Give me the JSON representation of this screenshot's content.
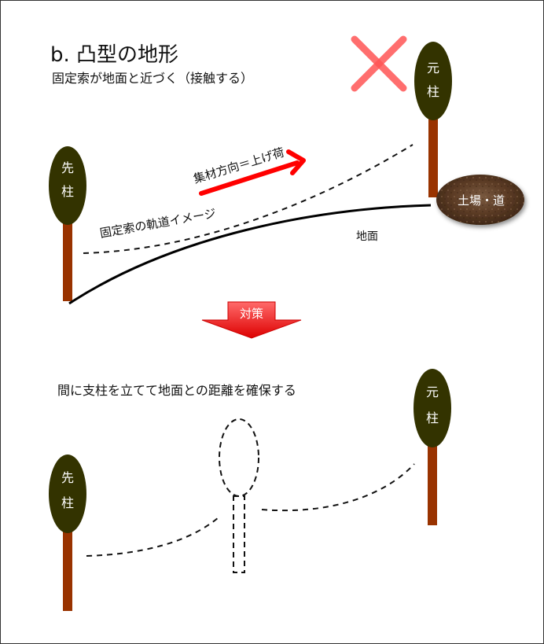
{
  "title": "b. 凸型の地形",
  "subtitle": "固定索が地面と近づく（接触する）",
  "top_labels": {
    "lift_direction": "集材方向＝上げ荷",
    "cable_path": "固定索の軌道イメージ",
    "ground": "地面",
    "landing": "土場・道"
  },
  "trees": {
    "head_tree_chars": [
      "先",
      "柱"
    ],
    "tail_tree_chars": [
      "元",
      "柱"
    ]
  },
  "countermeasure_label": "対策",
  "bottom_caption": "間に支柱を立てて地面との距離を確保する",
  "colors": {
    "frame": "#333333",
    "tree_crown": "#333300",
    "trunk": "#993300",
    "red_arrow": "#ff0000",
    "cross": "#ff5555",
    "landing_soil": "#5a3a24"
  }
}
